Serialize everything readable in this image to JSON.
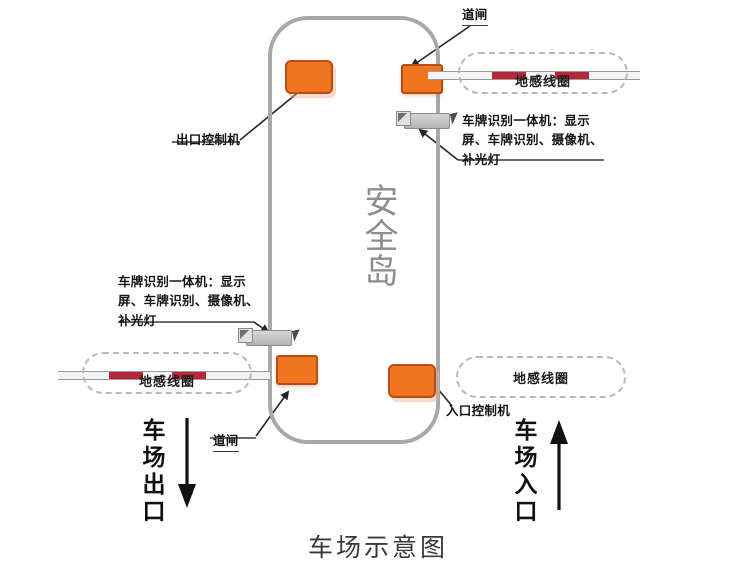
{
  "diagram": {
    "title": "车场示意图",
    "island_label": "安全岛",
    "colors": {
      "cabinet_fill": "#ef7521",
      "cabinet_border": "#b34f15",
      "island_stroke": "#a8a8a8",
      "arm_stripe": "#b5283a",
      "arm_base": "#f4f4f4",
      "loop_dash": "#b9b9b9",
      "device_gray": "#c6c6c6",
      "text": "#141414",
      "island_text": "#8d8d8d"
    }
  },
  "labels": {
    "gate_top": "道闸",
    "gate_bottom": "道闸",
    "exit_controller": "出口控制机",
    "entry_controller": "入口控制机",
    "lpr_right": "车牌识别一体机：显示\n屏、车牌识别、摄像机、\n补光灯",
    "lpr_left": "车牌识别一体机：显示\n屏、车牌识别、摄像机、\n补光灯",
    "loop_top": "地感线圈",
    "loop_bottom": "地感线圈",
    "loop_entry": "地感线圈"
  },
  "directions": {
    "exit": {
      "text": "车场出口",
      "arrow": "down",
      "arrow_glyph": "▼"
    },
    "entry": {
      "text": "车场入口",
      "arrow": "up",
      "arrow_glyph": "▲"
    }
  },
  "icons": {
    "camera": "camera-icon",
    "cursor": "mouse-cursor-icon",
    "arrow_down": "arrow-down-icon",
    "arrow_up": "arrow-up-icon"
  }
}
